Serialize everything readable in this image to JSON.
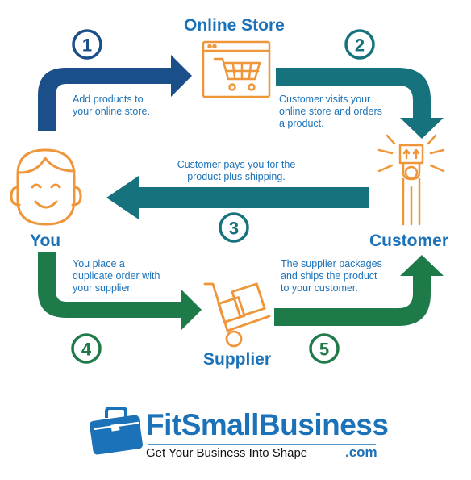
{
  "nodes": {
    "online_store": "Online Store",
    "customer": "Customer",
    "you": "You",
    "supplier": "Supplier"
  },
  "steps": [
    {
      "num": "1",
      "text": "Add products to\nyour online store."
    },
    {
      "num": "2",
      "text": "Customer visits your\nonline store and orders\na product."
    },
    {
      "num": "3",
      "text": "Customer pays you for the\nproduct plus shipping."
    },
    {
      "num": "4",
      "text": "You place a\nduplicate order with\nyour supplier."
    },
    {
      "num": "5",
      "text": "The supplier packages\nand ships the product\nto your customer."
    }
  ],
  "brand": {
    "name": "FitSmallBusiness",
    "suffix": ".com",
    "tagline": "Get Your Business Into Shape"
  },
  "colors": {
    "blue": "#1c72b8",
    "navy": "#1b4f8a",
    "teal": "#16737d",
    "green": "#1f7a4a",
    "orange": "#f0963a",
    "num_navy": "#1b4f8a",
    "num_teal": "#16737d",
    "num_green": "#1f7a4a"
  }
}
